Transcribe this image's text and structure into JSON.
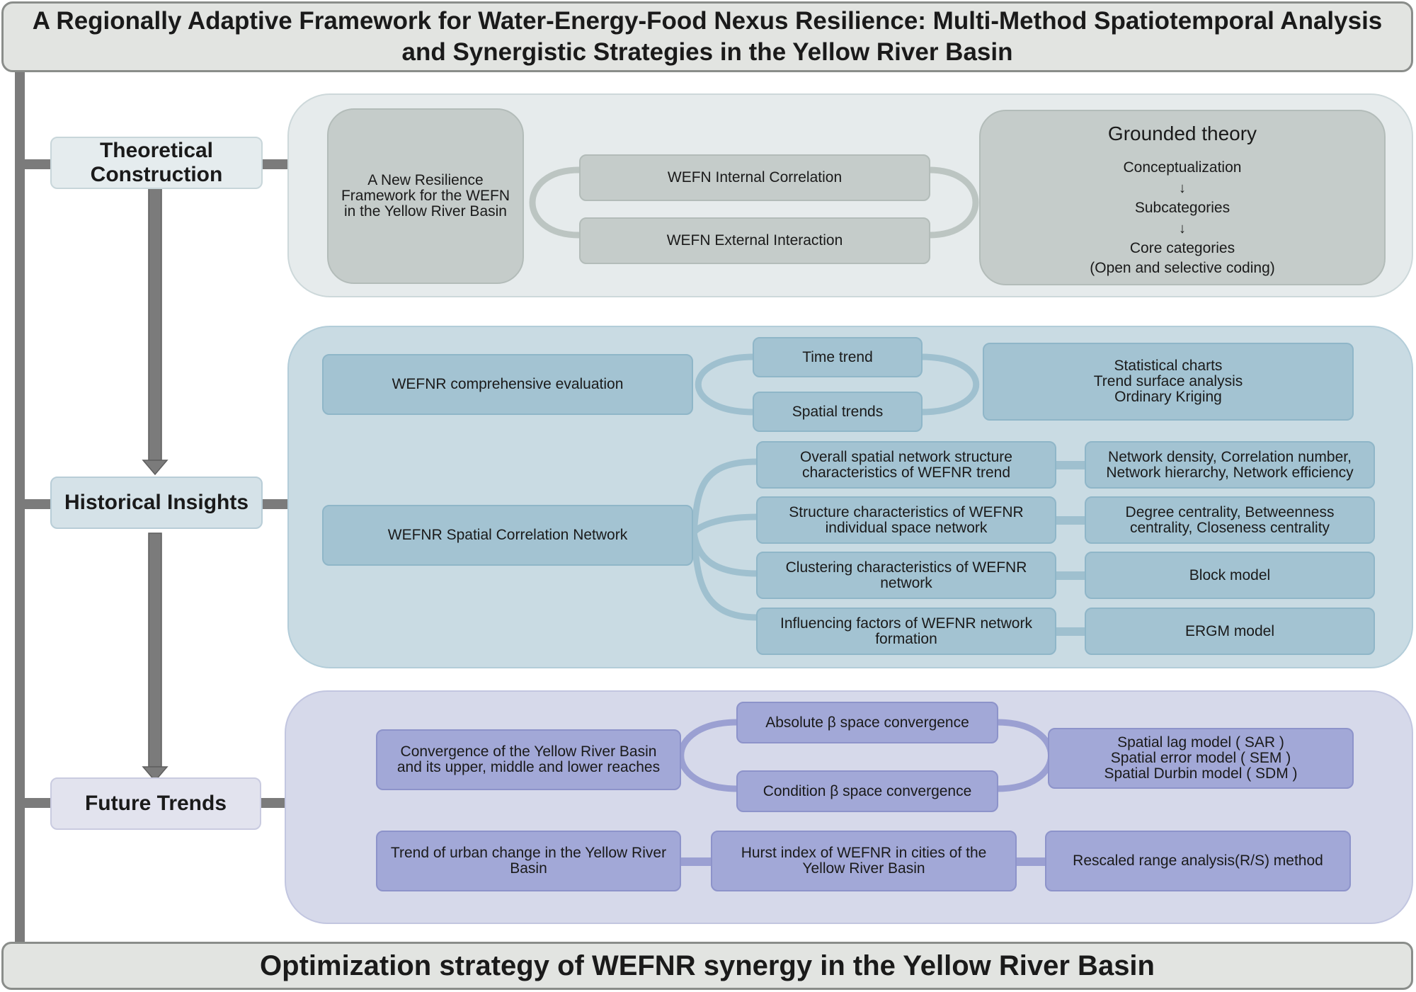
{
  "title": "A Regionally Adaptive Framework for Water-Energy-Food Nexus Resilience: Multi-Method Spatiotemporal Analysis\nand Synergistic Strategies in the Yellow River Basin",
  "bottom": "Optimization strategy of WEFNR synergy in the Yellow River Basin",
  "stages": {
    "theory": "Theoretical\nConstruction",
    "history": "Historical Insights",
    "future": "Future Trends"
  },
  "theory_panel": {
    "framework": "A New Resilience\nFramework for the WEFN\nin the Yellow River Basin",
    "internal": "WEFN Internal Correlation",
    "external": "WEFN External Interaction",
    "grounded_title": "Grounded theory",
    "grounded_steps": [
      "Conceptualization",
      "Subcategories",
      "Core categories",
      "(Open and selective coding)"
    ],
    "arrow_glyph": "↓"
  },
  "history_panel": {
    "evaluation": "WEFNR comprehensive evaluation",
    "time_trend": "Time trend",
    "spatial_trends": "Spatial trends",
    "methods_eval": "Statistical charts\nTrend surface analysis\nOrdinary Kriging",
    "network": "WEFNR Spatial Correlation Network",
    "rows": [
      {
        "left": "Overall spatial network structure\ncharacteristics of WEFNR trend",
        "right": "Network density, Correlation number,\nNetwork hierarchy, Network efficiency"
      },
      {
        "left": "Structure characteristics of WEFNR\nindividual space network",
        "right": "Degree centrality, Betweenness\ncentrality, Closeness centrality"
      },
      {
        "left": "Clustering characteristics of WEFNR\nnetwork",
        "right": "Block model"
      },
      {
        "left": "Influencing factors of WEFNR network\nformation",
        "right": "ERGM model"
      }
    ]
  },
  "future_panel": {
    "convergence": "Convergence of the Yellow River Basin\nand its upper, middle and lower reaches",
    "absolute": "Absolute β space convergence",
    "condition": "Condition β space convergence",
    "models": "Spatial lag model ( SAR )\nSpatial error model ( SEM )\nSpatial Durbin model ( SDM )",
    "urban": "Trend of urban change in the Yellow River\nBasin",
    "hurst": "Hurst index of WEFNR in cities of the\nYellow River Basin",
    "rs": "Rescaled range analysis(R/S) method"
  },
  "colors": {
    "theory": "#c5ccca",
    "history": "#a3c3d2",
    "future": "#a2a8d7",
    "bar": "#7b7b7b"
  }
}
